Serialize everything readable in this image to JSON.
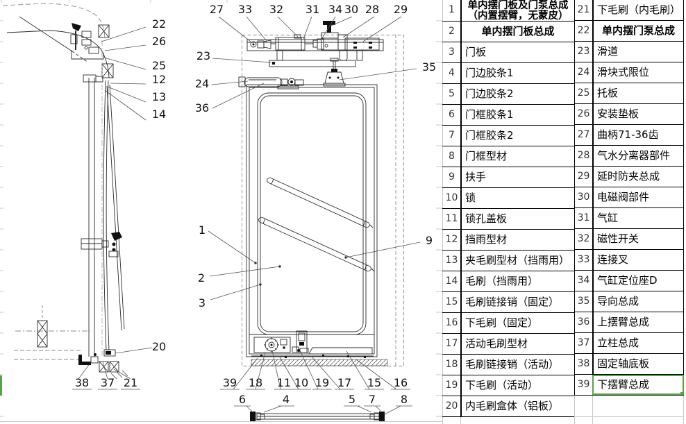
{
  "table": {
    "left_rows": [
      {
        "no": "1",
        "name": "单内摆门板及门泵总成",
        "name_line2": "（内置摆臂，无蒙皮）",
        "style": "title"
      },
      {
        "no": "2",
        "name": "单内摆门板总成",
        "style": "header"
      },
      {
        "no": "3",
        "name": "门板"
      },
      {
        "no": "4",
        "name": "门边胶条1"
      },
      {
        "no": "5",
        "name": "门边胶条2"
      },
      {
        "no": "6",
        "name": "门框胶条1"
      },
      {
        "no": "7",
        "name": "门框胶条2"
      },
      {
        "no": "8",
        "name": "门框型材"
      },
      {
        "no": "9",
        "name": "扶手"
      },
      {
        "no": "10",
        "name": "锁"
      },
      {
        "no": "11",
        "name": "锁孔盖板"
      },
      {
        "no": "12",
        "name": "挡雨型材"
      },
      {
        "no": "13",
        "name": "夹毛刷型材（挡雨用）"
      },
      {
        "no": "14",
        "name": "毛刷（挡雨用）"
      },
      {
        "no": "15",
        "name": "毛刷链接销（固定）"
      },
      {
        "no": "16",
        "name": "下毛刷（固定）"
      },
      {
        "no": "17",
        "name": "活动毛刷型材"
      },
      {
        "no": "18",
        "name": "毛刷链接销（活动）"
      },
      {
        "no": "19",
        "name": "下毛刷（活动）"
      },
      {
        "no": "20",
        "name": "内毛刷盒体（铝板）"
      }
    ],
    "right_rows": [
      {
        "no": "21",
        "name": "下毛刷（内毛刷）"
      },
      {
        "no": "22",
        "name": "单内摆门泵总成",
        "style": "header"
      },
      {
        "no": "23",
        "name": "滑道"
      },
      {
        "no": "24",
        "name": "滑块式限位"
      },
      {
        "no": "25",
        "name": "托板"
      },
      {
        "no": "26",
        "name": "安装垫板"
      },
      {
        "no": "27",
        "name": "曲柄71-36齿"
      },
      {
        "no": "28",
        "name": "气水分离器部件"
      },
      {
        "no": "29",
        "name": "延时防夹总成"
      },
      {
        "no": "30",
        "name": "电磁阀部件"
      },
      {
        "no": "31",
        "name": "气缸"
      },
      {
        "no": "32",
        "name": "磁性开关"
      },
      {
        "no": "33",
        "name": "连接叉"
      },
      {
        "no": "34",
        "name": "气缸定位座D"
      },
      {
        "no": "35",
        "name": "导向总成"
      },
      {
        "no": "36",
        "name": "上摆臂总成"
      },
      {
        "no": "37",
        "name": "立柱总成"
      },
      {
        "no": "38",
        "name": "固定轴底板"
      },
      {
        "no": "39",
        "name": "下摆臂总成",
        "selected": true
      }
    ],
    "selected_cell_value": "下摆臂总成"
  },
  "drawing": {
    "callouts": {
      "side_view": [
        "22",
        "26",
        "25",
        "12",
        "13",
        "14",
        "20",
        "38",
        "37",
        "21"
      ],
      "front_top": [
        "27",
        "33",
        "32",
        "31",
        "34",
        "30",
        "28",
        "29"
      ],
      "front_left": [
        "23",
        "24",
        "36",
        "1",
        "2",
        "3"
      ],
      "front_right": [
        "35",
        "9"
      ],
      "front_bottom": [
        "39",
        "18",
        "11",
        "10",
        "19",
        "17",
        "15",
        "16"
      ],
      "bottom_assembly": [
        "6",
        "4",
        "5",
        "7",
        "8"
      ]
    }
  },
  "colors": {
    "selection_green": "#55a546",
    "gridline": "#c8c8c8",
    "drawing_line": "#2b2b2b"
  }
}
